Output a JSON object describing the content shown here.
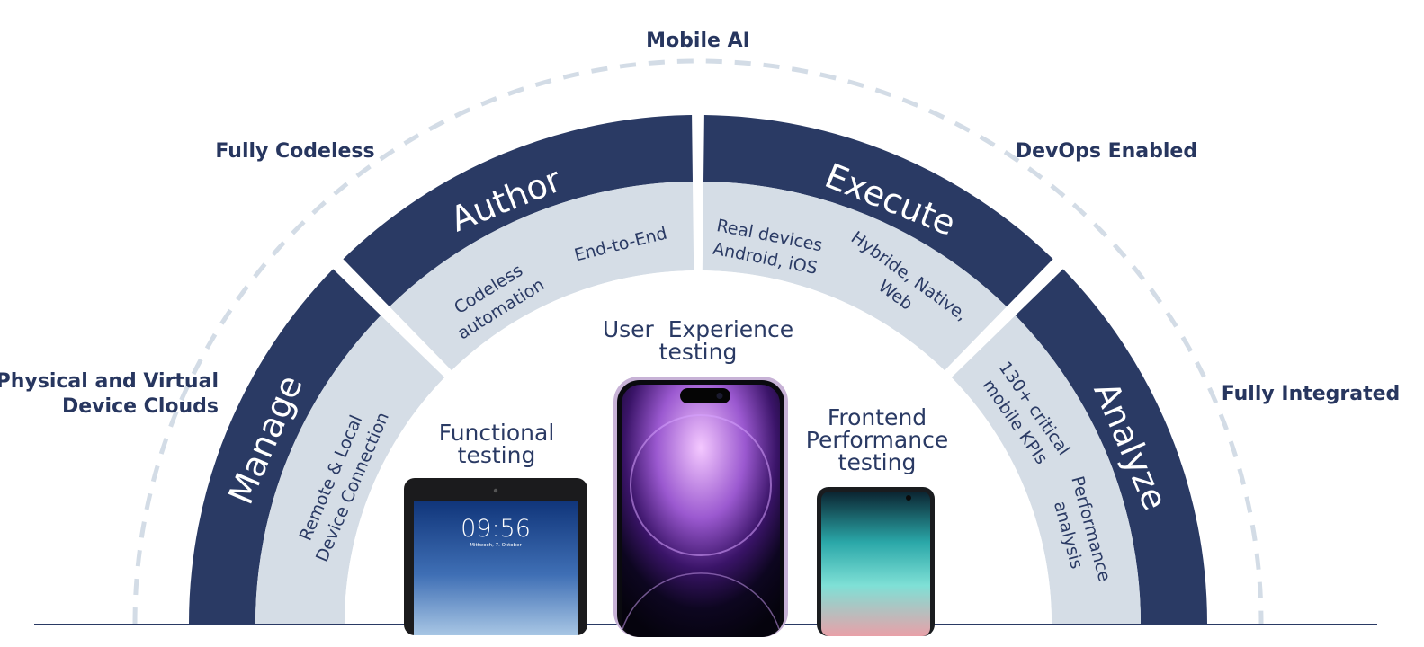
{
  "features": {
    "mobile_ai": "Mobile AI",
    "fully_codeless": "Fully Codeless",
    "devops_enabled": "DevOps Enabled",
    "physical_virtual_line1": "Physical and Virtual",
    "physical_virtual_line2": "Device Clouds",
    "fully_integrated": "Fully Integrated"
  },
  "segments": {
    "manage": {
      "label": "Manage",
      "inner": [
        "Remote & Local",
        "Device Connection"
      ]
    },
    "author": {
      "label": "Author",
      "inner_a": [
        "Codeless",
        "automation"
      ],
      "inner_b": [
        "End-to-End"
      ]
    },
    "execute": {
      "label": "Execute",
      "inner_a": [
        "Real devices",
        "Android, iOS"
      ],
      "inner_b": [
        "Hybride, Native,",
        "Web"
      ]
    },
    "analyze": {
      "label": "Analyze",
      "inner_a": [
        "130+ critical",
        "mobile KPIs"
      ],
      "inner_b": [
        "Performance",
        "analysis"
      ]
    }
  },
  "devices": {
    "functional": [
      "Functional",
      "testing"
    ],
    "ux": [
      "User  Experience",
      "testing"
    ],
    "frontend": [
      "Frontend",
      "Performance",
      "testing"
    ]
  },
  "tablet_screen": {
    "time": "09:56",
    "date": "Mittwoch, 7. Oktober"
  },
  "colors": {
    "navy": "#2a3a64",
    "light_band": "#d5dde6",
    "dashed_arc": "#d3dce6",
    "baseline": "#2a3a64"
  }
}
